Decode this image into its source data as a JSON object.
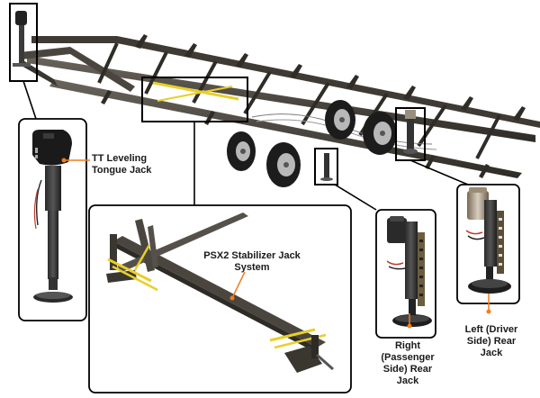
{
  "labels": {
    "tongue_jack": [
      "TT Leveling",
      "Tongue Jack"
    ],
    "stabilizer": [
      "PSX2 Stabilizer Jack",
      "System"
    ],
    "right_rear": [
      "Right",
      "(Passenger",
      "Side) Rear",
      "Jack"
    ],
    "left_rear": [
      "Left (Driver",
      "Side) Rear",
      "Jack"
    ]
  },
  "colors": {
    "frame": "#3d3a34",
    "frame_light": "#5a564e",
    "callout_line": "#000000",
    "leader_dot": "#f07d1e",
    "accent_yellow": "#e8cf2a",
    "tire": "#1c1c1c",
    "rim": "#b8b8b8"
  }
}
